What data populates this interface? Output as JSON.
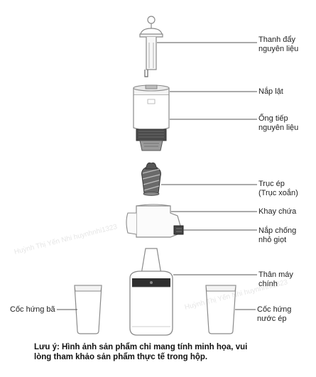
{
  "labels": {
    "pusher": [
      "Thanh đẩy",
      "nguyên liệu"
    ],
    "flip_lid": "Nắp lật",
    "feed_tube": [
      "Ống tiếp",
      "nguyên liệu"
    ],
    "auger": [
      "Trục ép",
      "(Trục xoắn)"
    ],
    "bowl": "Khay chứa",
    "drip_stop": [
      "Nắp chống",
      "nhỏ giọt"
    ],
    "main_body": [
      "Thân máy",
      "chính"
    ],
    "pulp_cup": "Cốc hứng bã",
    "juice_cup": [
      "Cốc hứng",
      "nước ép"
    ]
  },
  "note": [
    "Lưu ý: Hình ảnh sản phẩm chỉ mang tính minh họa, vui",
    "lòng tham khảo sản phẩm thực tế trong hộp."
  ],
  "watermarks": [
    "Huỳnh Thị Yến Nhi huynhnhi1323",
    "Huỳnh Thị Yến Nhi huynhnhi1323"
  ],
  "colors": {
    "line": "#555555",
    "outline": "#8a8a8a",
    "dark": "#3a3a3a",
    "shade": "#cfcfcf"
  }
}
